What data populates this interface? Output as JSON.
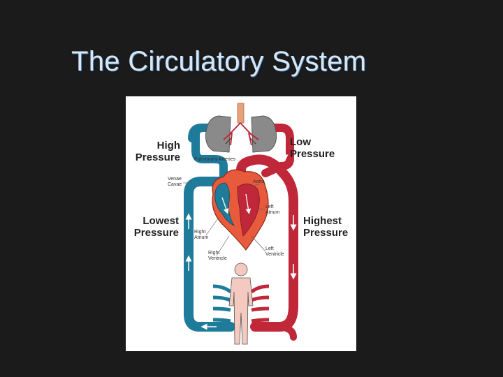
{
  "slide": {
    "title": "The Circulatory System"
  },
  "diagram": {
    "pressure_labels": {
      "high": [
        "High",
        "Pressure"
      ],
      "low": [
        "Low",
        "Pressure"
      ],
      "lowest": [
        "Lowest",
        "Pressure"
      ],
      "highest": [
        "Highest",
        "Pressure"
      ]
    },
    "anatomy_labels": {
      "pulmonary_arteries": "Pulmonary Arteries",
      "venae_cavae": [
        "Venae",
        "Cavae"
      ],
      "aorta": "Aorta",
      "left_atrium": [
        "Left",
        "Atrium"
      ],
      "right_atrium": [
        "Right",
        "Atrium"
      ],
      "right_ventricle": [
        "Right",
        "Ventricle"
      ],
      "left_ventricle": [
        "Left",
        "Ventricle"
      ]
    },
    "colors": {
      "oxygenated": "#c0283a",
      "deoxygenated": "#1f7b9a",
      "heart": "#e85a3c",
      "lungs": "#8a8a8a",
      "body": "#f3c9c0"
    }
  }
}
